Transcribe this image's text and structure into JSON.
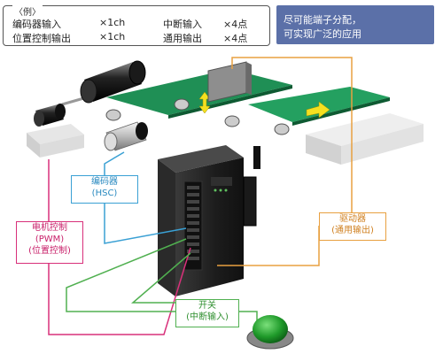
{
  "spec": {
    "heading": "〈例〉",
    "rows": [
      {
        "label_a": "编码器输入",
        "value_a": "×1ch",
        "label_b": "中断输入",
        "value_b": "×4点"
      },
      {
        "label_a": "位置控制输出",
        "value_a": "×1ch",
        "label_b": "通用输出",
        "value_b": "×4点"
      }
    ]
  },
  "note": {
    "line1": "尽可能端子分配，",
    "line2": "可实现广泛的应用"
  },
  "labels": {
    "encoder": {
      "line1": "编码器",
      "line2": "(HSC)"
    },
    "motor": {
      "line1": "电机控制",
      "line2": "(PWM)",
      "line3": "(位置控制)"
    },
    "driver": {
      "line1": "驱动器",
      "line2": "(通用输出)"
    },
    "switch": {
      "line1": "开关",
      "line2": "(中断输入)"
    }
  },
  "colors": {
    "encoder_line": "#3aa0d4",
    "motor_line": "#d8307a",
    "driver_line": "#e8a040",
    "switch_line": "#50b050",
    "belt": "#1f8f55",
    "note_bg": "#5b70a8"
  }
}
